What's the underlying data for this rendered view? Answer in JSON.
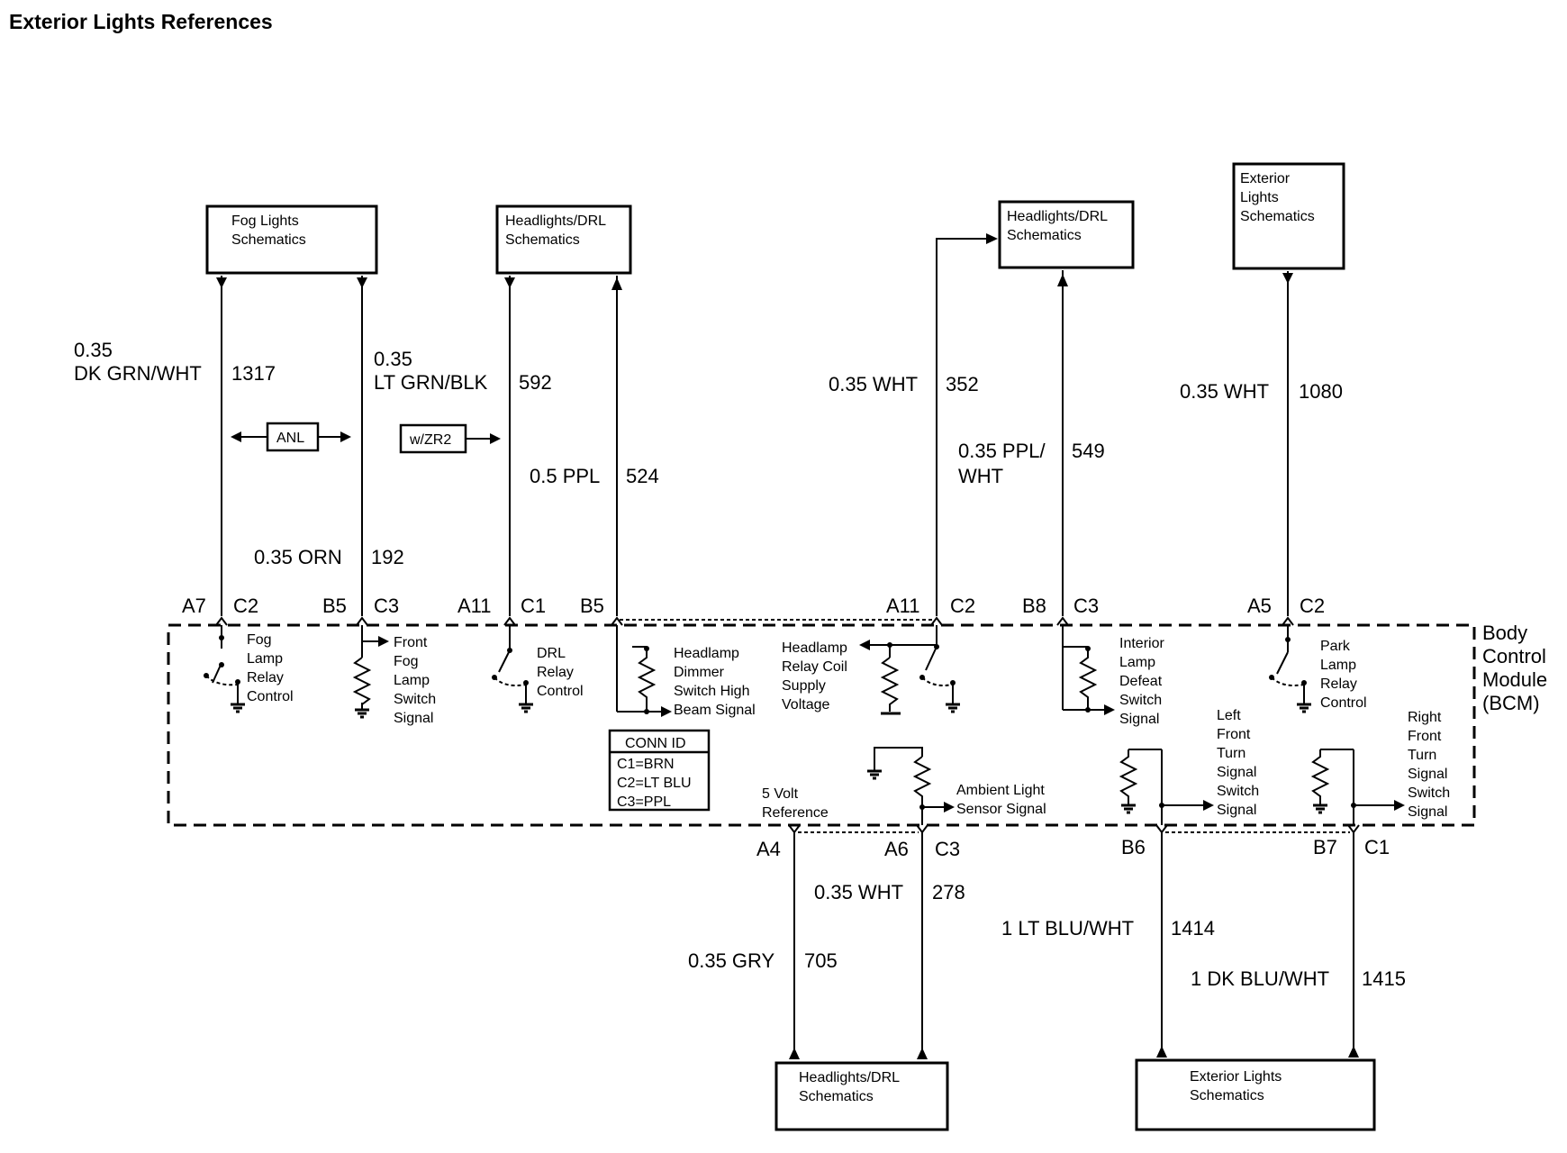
{
  "title": "Exterior Lights References",
  "boxes": {
    "fog_top": [
      "Fog Lights",
      "Schematics"
    ],
    "hl_top1": [
      "Headlights/DRL",
      "Schematics"
    ],
    "hl_top2": [
      "Headlights/DRL",
      "Schematics"
    ],
    "ext_top": [
      "Exterior",
      "Lights",
      "Schematics"
    ],
    "hl_bottom": [
      "Headlights/DRL",
      "Schematics"
    ],
    "ext_bottom": [
      "Exterior Lights",
      "Schematics"
    ],
    "anl": "ANL",
    "zr2": "w/ZR2"
  },
  "wires": {
    "w1317": {
      "size": "0.35",
      "color": "DK GRN/WHT",
      "circuit": "1317"
    },
    "w592": {
      "size": "0.35",
      "color": "LT GRN/BLK",
      "circuit": "592"
    },
    "w192": {
      "label": "0.35 ORN",
      "circuit": "192"
    },
    "w524": {
      "label": "0.5 PPL",
      "circuit": "524"
    },
    "w352": {
      "label": "0.35 WHT",
      "circuit": "352"
    },
    "w549": {
      "label1": "0.35 PPL/",
      "label2": "WHT",
      "circuit": "549"
    },
    "w1080": {
      "label": "0.35 WHT",
      "circuit": "1080"
    },
    "w278": {
      "label": "0.35 WHT",
      "circuit": "278"
    },
    "w705": {
      "label": "0.35 GRY",
      "circuit": "705"
    },
    "w1414": {
      "label": "1 LT BLU/WHT",
      "circuit": "1414"
    },
    "w1415": {
      "label": "1 DK BLU/WHT",
      "circuit": "1415"
    }
  },
  "pins": {
    "a7": "A7",
    "c2a": "C2",
    "b5a": "B5",
    "c3a": "C3",
    "a11a": "A11",
    "c1a": "C1",
    "b5b": "B5",
    "a11b": "A11",
    "c2b": "C2",
    "b8": "B8",
    "c3b": "C3",
    "a5": "A5",
    "c2c": "C2",
    "a4": "A4",
    "a6": "A6",
    "c3c": "C3",
    "b6": "B6",
    "b7": "B7",
    "c1b": "C1"
  },
  "bcm_label": [
    "Body",
    "Control",
    "Module",
    "(BCM)"
  ],
  "components": {
    "fog_relay": [
      "Fog",
      "Lamp",
      "Relay",
      "Control"
    ],
    "front_fog": [
      "Front",
      "Fog",
      "Lamp",
      "Switch",
      "Signal"
    ],
    "drl_relay": [
      "DRL",
      "Relay",
      "Control"
    ],
    "dimmer": [
      "Headlamp",
      "Dimmer",
      "Switch High",
      "Beam Signal"
    ],
    "relay_coil": [
      "Headlamp",
      "Relay Coil",
      "Supply",
      "Voltage"
    ],
    "interior": [
      "Interior",
      "Lamp",
      "Defeat",
      "Switch",
      "Signal"
    ],
    "park": [
      "Park",
      "Lamp",
      "Relay",
      "Control"
    ],
    "lf_turn": [
      "Left",
      "Front",
      "Turn",
      "Signal",
      "Switch",
      "Signal"
    ],
    "rf_turn": [
      "Right",
      "Front",
      "Turn",
      "Signal",
      "Switch",
      "Signal"
    ],
    "five_volt": [
      "5 Volt",
      "Reference"
    ],
    "ambient": [
      "Ambient Light",
      "Sensor Signal"
    ]
  },
  "conn_id": {
    "title": "CONN ID",
    "lines": [
      "C1=BRN",
      "C2=LT BLU",
      "C3=PPL"
    ]
  }
}
